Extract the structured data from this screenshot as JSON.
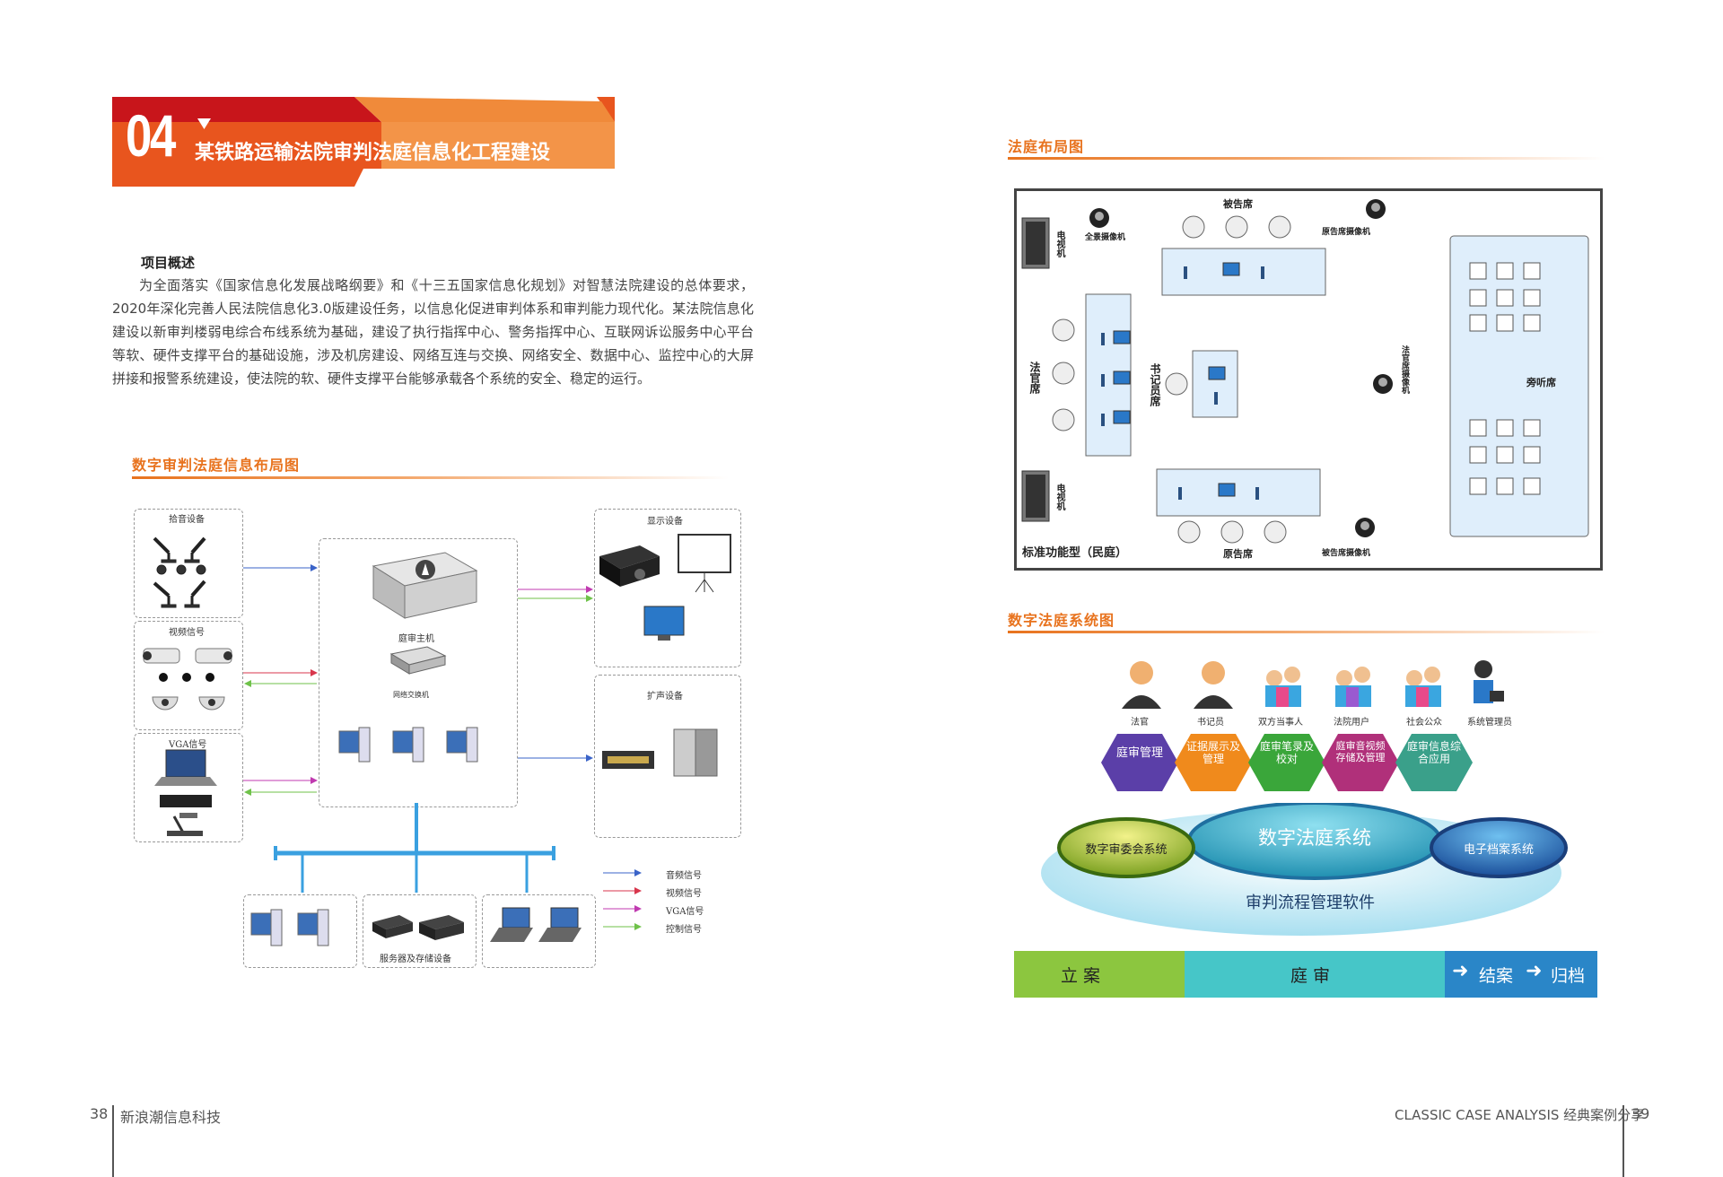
{
  "header": {
    "number": "04",
    "title": "某铁路运输法院审判法庭信息化工程建设"
  },
  "overview": {
    "heading": "项目概述",
    "body": "为全面落实《国家信息化发展战略纲要》和《十三五国家信息化规划》对智慧法院建设的总体要求，2020年深化完善人民法院信息化3.0版建设任务，以信息化促进审判体系和审判能力现代化。某法院信息化建设以新审判楼弱电综合布线系统为基础，建设了执行指挥中心、警务指挥中心、互联网诉讼服务中心平台等软、硬件支撑平台的基础设施，涉及机房建设、网络互连与交换、网络安全、数据中心、监控中心的大屏拼接和报警系统建设，使法院的软、硬件支撑平台能够承载各个系统的安全、稳定的运行。"
  },
  "diagram1": {
    "caption": "数字审判法庭信息布局图",
    "groups": {
      "mic": "拾音设备",
      "video": "视频信号",
      "vga": "VGA信号",
      "display": "显示设备",
      "speaker": "扩声设备",
      "server": "服务器及存储设备"
    },
    "devices": {
      "host": "庭审主机",
      "switch": "网络交换机"
    },
    "legend": [
      "音频信号",
      "视频信号",
      "VGA信号",
      "控制信号"
    ],
    "colors": {
      "audio": "#3a63c8",
      "video": "#d8364c",
      "vga": "#c03ab0",
      "control": "#6fc24a"
    }
  },
  "diagram2": {
    "caption": "法庭布局图",
    "labels": {
      "defendant_seat": "被告席",
      "plaintiff_seat": "原告席",
      "panorama_cam": "全景摄像机",
      "plaintiff_cam": "原告席摄像机",
      "defendant_cam": "被告席摄像机",
      "tv_top": "电视机",
      "tv_bottom": "电视机",
      "judge_seat": "法官席",
      "clerk_seat": "书记员席",
      "judge_cam": "法官席摄像机",
      "gallery": "旁听席",
      "type_label": "标准功能型（民庭）"
    }
  },
  "diagram3": {
    "caption": "数字法庭系统图",
    "roles": [
      "法官",
      "书记员",
      "双方当事人",
      "法院用户",
      "社会公众",
      "系统管理员"
    ],
    "modules": [
      "庭审管理",
      "证据展示及管理",
      "庭审笔录及校对",
      "庭审音视频存储及管理",
      "庭审信息综合应用"
    ],
    "module_colors": [
      "#5b3fa8",
      "#f08a1c",
      "#3aa63a",
      "#b0307a",
      "#3aa08a"
    ],
    "core": "数字法庭系统",
    "left": "数字审委会系统",
    "right": "电子档案系统",
    "bottom": "审判流程管理软件",
    "flow": [
      "立 案",
      "庭 审",
      "结案",
      "归档"
    ]
  },
  "footer": {
    "left_page": "38",
    "left_brand": "新浪潮信息科技",
    "right_text": "CLASSIC CASE ANALYSIS  经典案例分享",
    "right_page": "39"
  }
}
